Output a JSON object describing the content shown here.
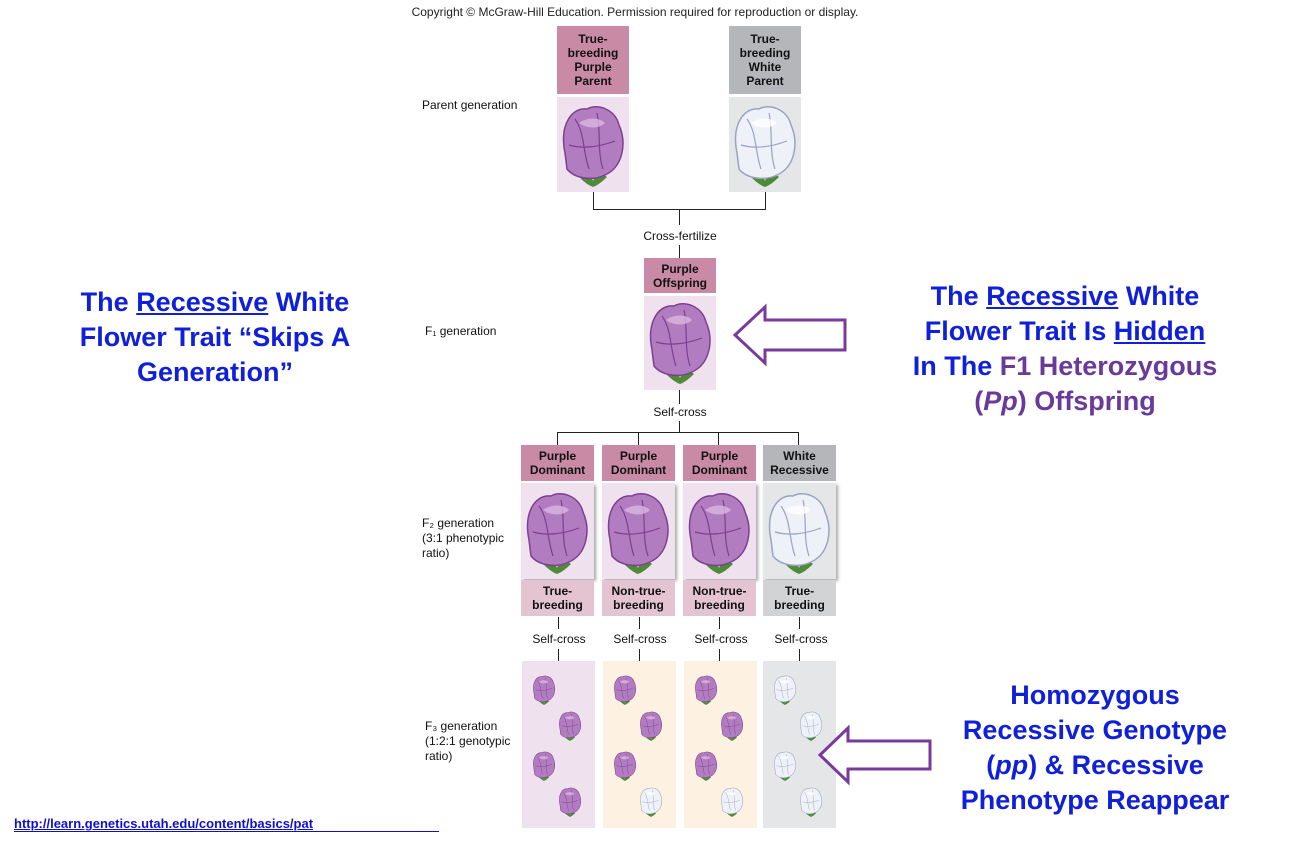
{
  "copyright": "Copyright © McGraw-Hill Education. Permission required for reproduction or display.",
  "generations": {
    "parent": "Parent generation",
    "f1": "F₁ generation",
    "f2": [
      "F₂ generation",
      "(3:1 phenotypic",
      "ratio)"
    ],
    "f3": [
      "F₃ generation",
      "(1:2:1 genotypic",
      "ratio)"
    ]
  },
  "parents": [
    {
      "header": "True-\nbreeding\nPurple\nParent",
      "color": "purple"
    },
    {
      "header": "True-\nbreeding\nWhite\nParent",
      "color": "white"
    }
  ],
  "cross_fertilize": "Cross-fertilize",
  "f1_header": "Purple\nOffspring",
  "self_cross": "Self-cross",
  "f2": [
    {
      "header": "Purple\nDominant",
      "footer": "True-\nbreeding",
      "color": "purple"
    },
    {
      "header": "Purple\nDominant",
      "footer": "Non-true-\nbreeding",
      "color": "purple"
    },
    {
      "header": "Purple\nDominant",
      "footer": "Non-true-\nbreeding",
      "color": "purple"
    },
    {
      "header": "White\nRecessive",
      "footer": "True-\nbreeding",
      "color": "white"
    }
  ],
  "f2_self_cross": [
    "Self-cross",
    "Self-cross",
    "Self-cross",
    "Self-cross"
  ],
  "f3_columns": [
    {
      "bg": "purple",
      "flowers": [
        "purple",
        "purple",
        "purple",
        "purple"
      ]
    },
    {
      "bg": "peach",
      "flowers": [
        "purple",
        "purple",
        "purple",
        "white"
      ]
    },
    {
      "bg": "peach",
      "flowers": [
        "purple",
        "purple",
        "purple",
        "white"
      ]
    },
    {
      "bg": "white",
      "flowers": [
        "white",
        "white",
        "white",
        "white"
      ]
    }
  ],
  "callouts": {
    "left": {
      "w1": "The ",
      "u1": "Recessive",
      "w2": " White",
      "line2": "Flower Trait “Skips A",
      "line3": "Generation”"
    },
    "right_top": {
      "w1": "The ",
      "u1": "Recessive",
      "w2": " White",
      "line2a": "Flower Trait Is ",
      "u2": "Hidden",
      "line3a": "In The ",
      "p1": "F1 Heterozygous",
      "line4a": "(",
      "p2": "Pp",
      "line4b": ") ",
      "p3": "Offspring"
    },
    "right_bottom": {
      "line1": "Homozygous",
      "line2": "Recessive Genotype",
      "l3a": "(",
      "l3b": "pp",
      "l3c": ") & Recessive",
      "line4": "Phenotype Reappear"
    }
  },
  "link": "http://learn.genetics.utah.edu/content/basics/pat",
  "colors": {
    "callout_blue": "#1020d8",
    "callout_purple": "#6a3a9a",
    "arrow": "#7a3a9a",
    "flower_purple": "#9a5aa8",
    "flower_white": "#e8ecf6"
  }
}
